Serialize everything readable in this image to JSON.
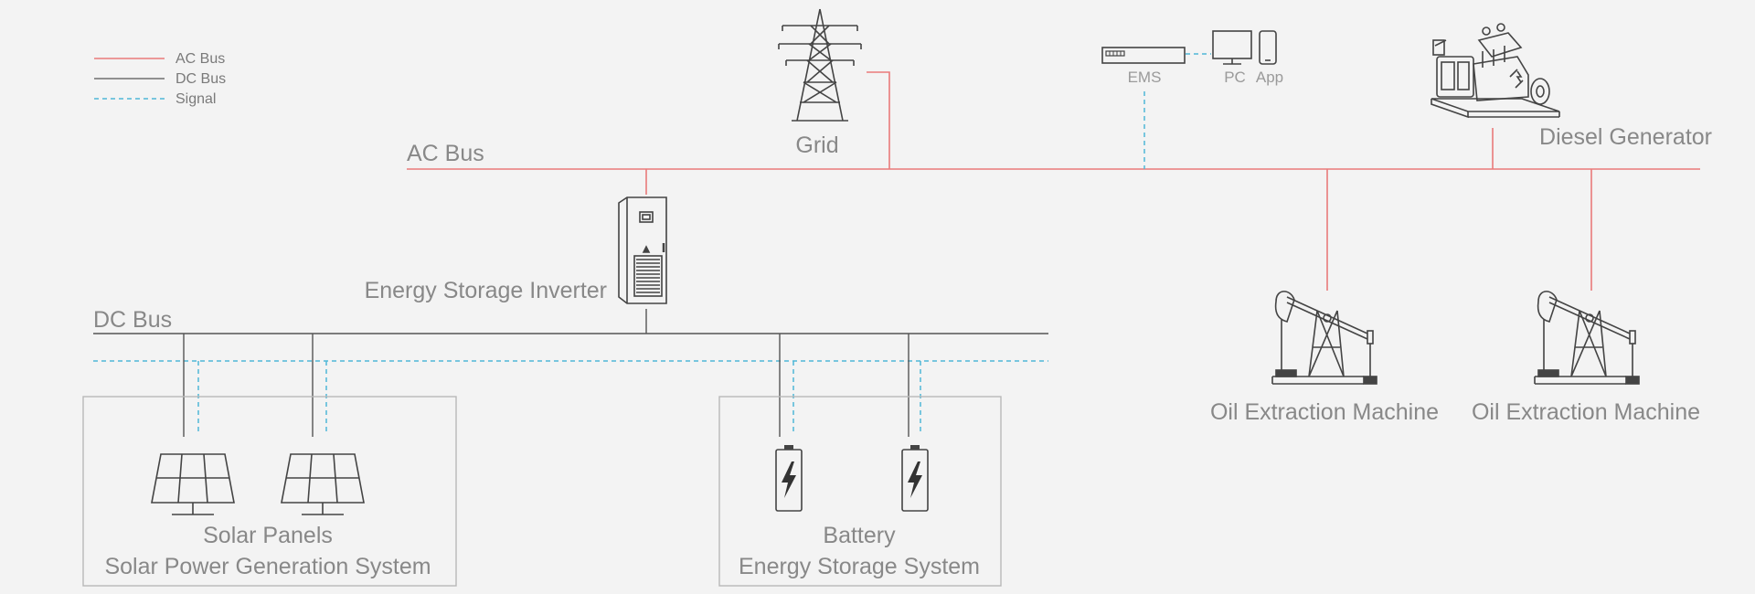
{
  "legend": {
    "ac": "AC Bus",
    "dc": "DC Bus",
    "signal": "Signal"
  },
  "buses": {
    "ac": "AC Bus",
    "dc": "DC Bus"
  },
  "nodes": {
    "grid": "Grid",
    "ems": "EMS",
    "pc": "PC",
    "app": "App",
    "diesel": "Diesel Generator",
    "inverter": "Energy Storage Inverter",
    "oil1": "Oil Extraction Machine",
    "oil2": "Oil Extraction Machine"
  },
  "solar_group": {
    "line1": "Solar Panels",
    "line2": "Solar Power Generation System"
  },
  "battery_group": {
    "line1": "Battery",
    "line2": "Energy Storage System"
  },
  "colors": {
    "ac_bus": "#e97a7a",
    "dc_bus": "#555555",
    "signal": "#4fb8d8"
  }
}
